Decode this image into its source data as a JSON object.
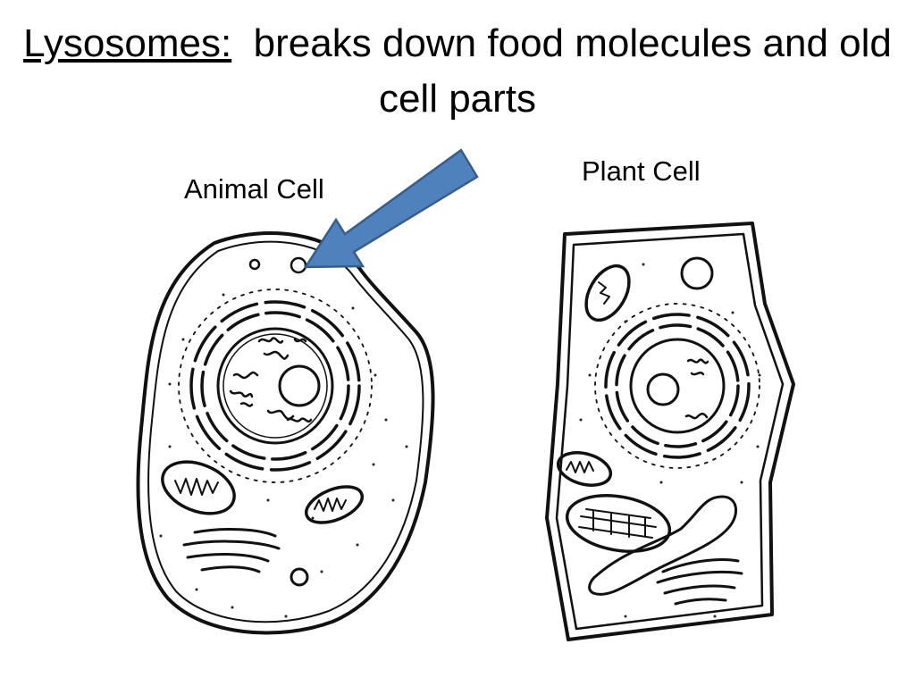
{
  "title": {
    "term": "Lysosomes:",
    "definition": "breaks down food molecules and old cell parts"
  },
  "labels": {
    "animal_cell": "Animal Cell",
    "plant_cell": "Plant Cell"
  },
  "colors": {
    "arrow_fill": "#4f81bd",
    "arrow_stroke": "#385d8a",
    "ink": "#111111"
  },
  "arrow_target": "lysosome"
}
